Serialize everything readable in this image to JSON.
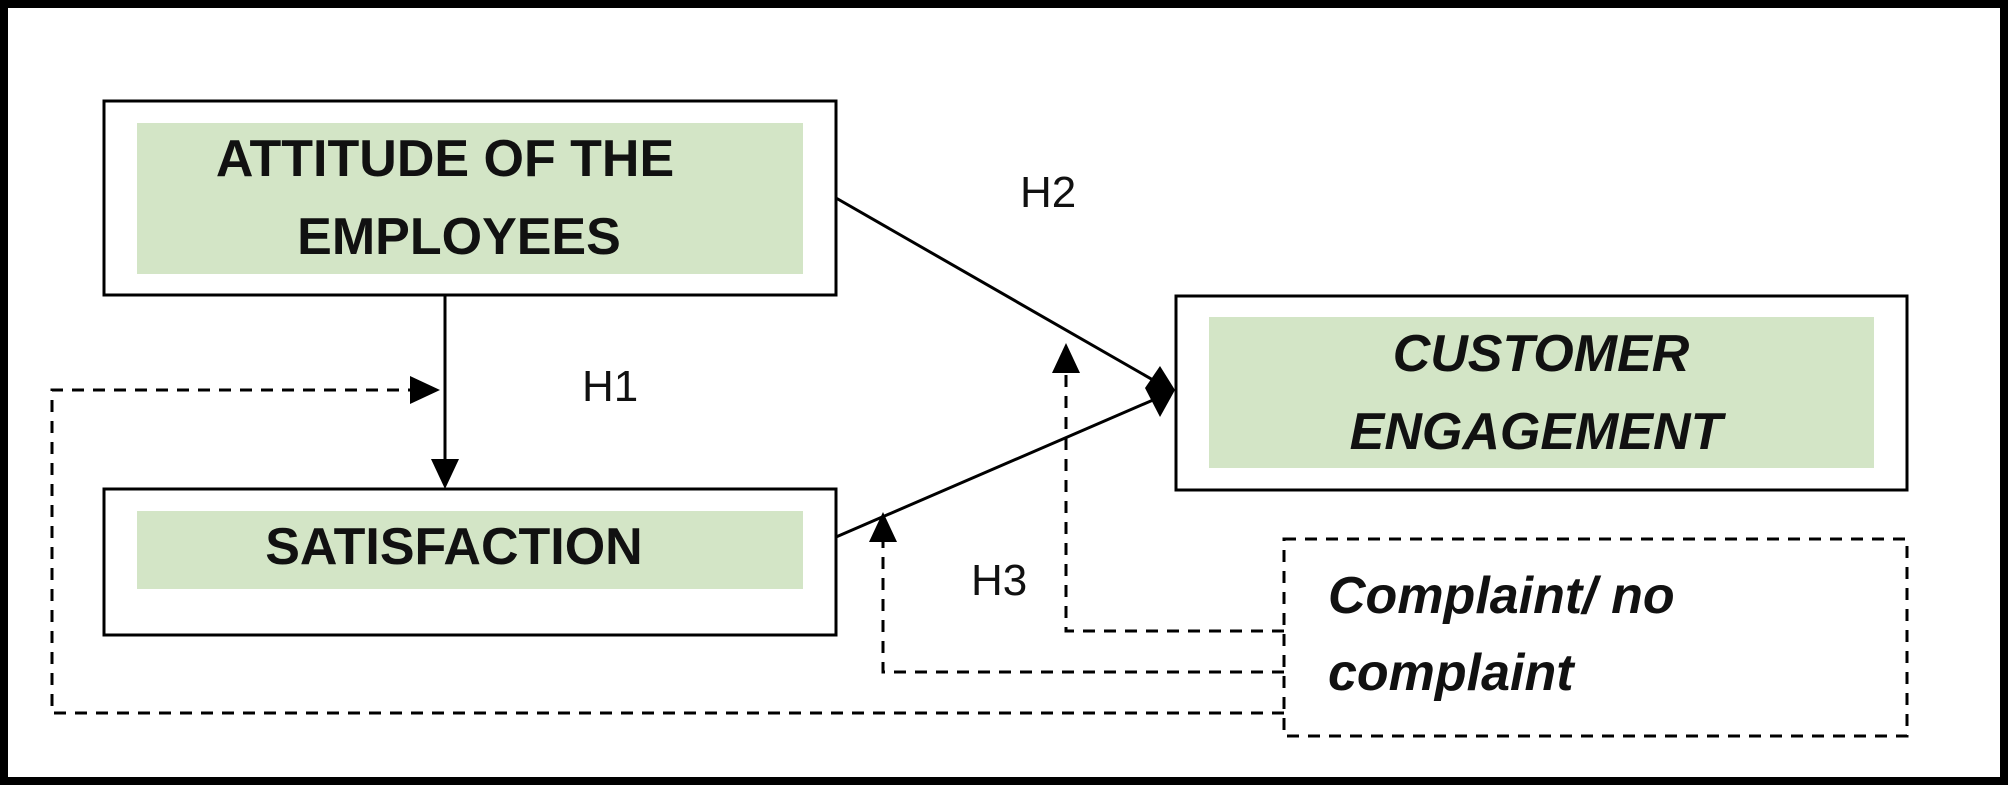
{
  "diagram": {
    "nodes": {
      "attitude": {
        "line1": "ATTITUDE OF THE",
        "line2": "EMPLOYEES"
      },
      "satisfaction": {
        "line1": "SATISFACTION"
      },
      "engagement": {
        "line1": "CUSTOMER",
        "line2": "ENGAGEMENT"
      },
      "complaint": {
        "line1": "Complaint/ no",
        "line2": "complaint"
      }
    },
    "hypotheses": {
      "h1": "H1",
      "h2": "H2",
      "h3": "H3"
    },
    "colors": {
      "box_fill": "#d3e5c6",
      "stroke": "#000000",
      "text": "#111111"
    }
  }
}
